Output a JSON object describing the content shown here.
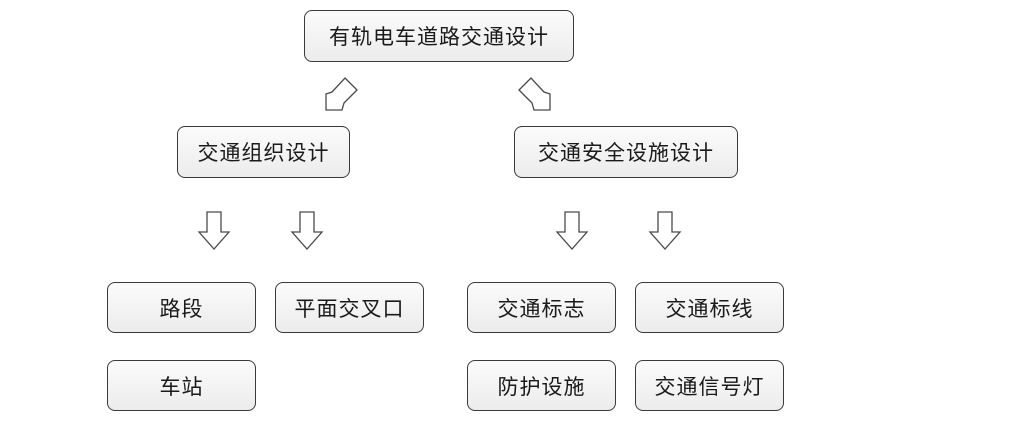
{
  "root": {
    "label": "有轨电车道路交通设计"
  },
  "branches": [
    {
      "label": "交通组织设计",
      "children": [
        "路段",
        "平面交叉口",
        "车站"
      ]
    },
    {
      "label": "交通安全设施设计",
      "children": [
        "交通标志",
        "交通标线",
        "防护设施",
        "交通信号灯"
      ]
    }
  ]
}
